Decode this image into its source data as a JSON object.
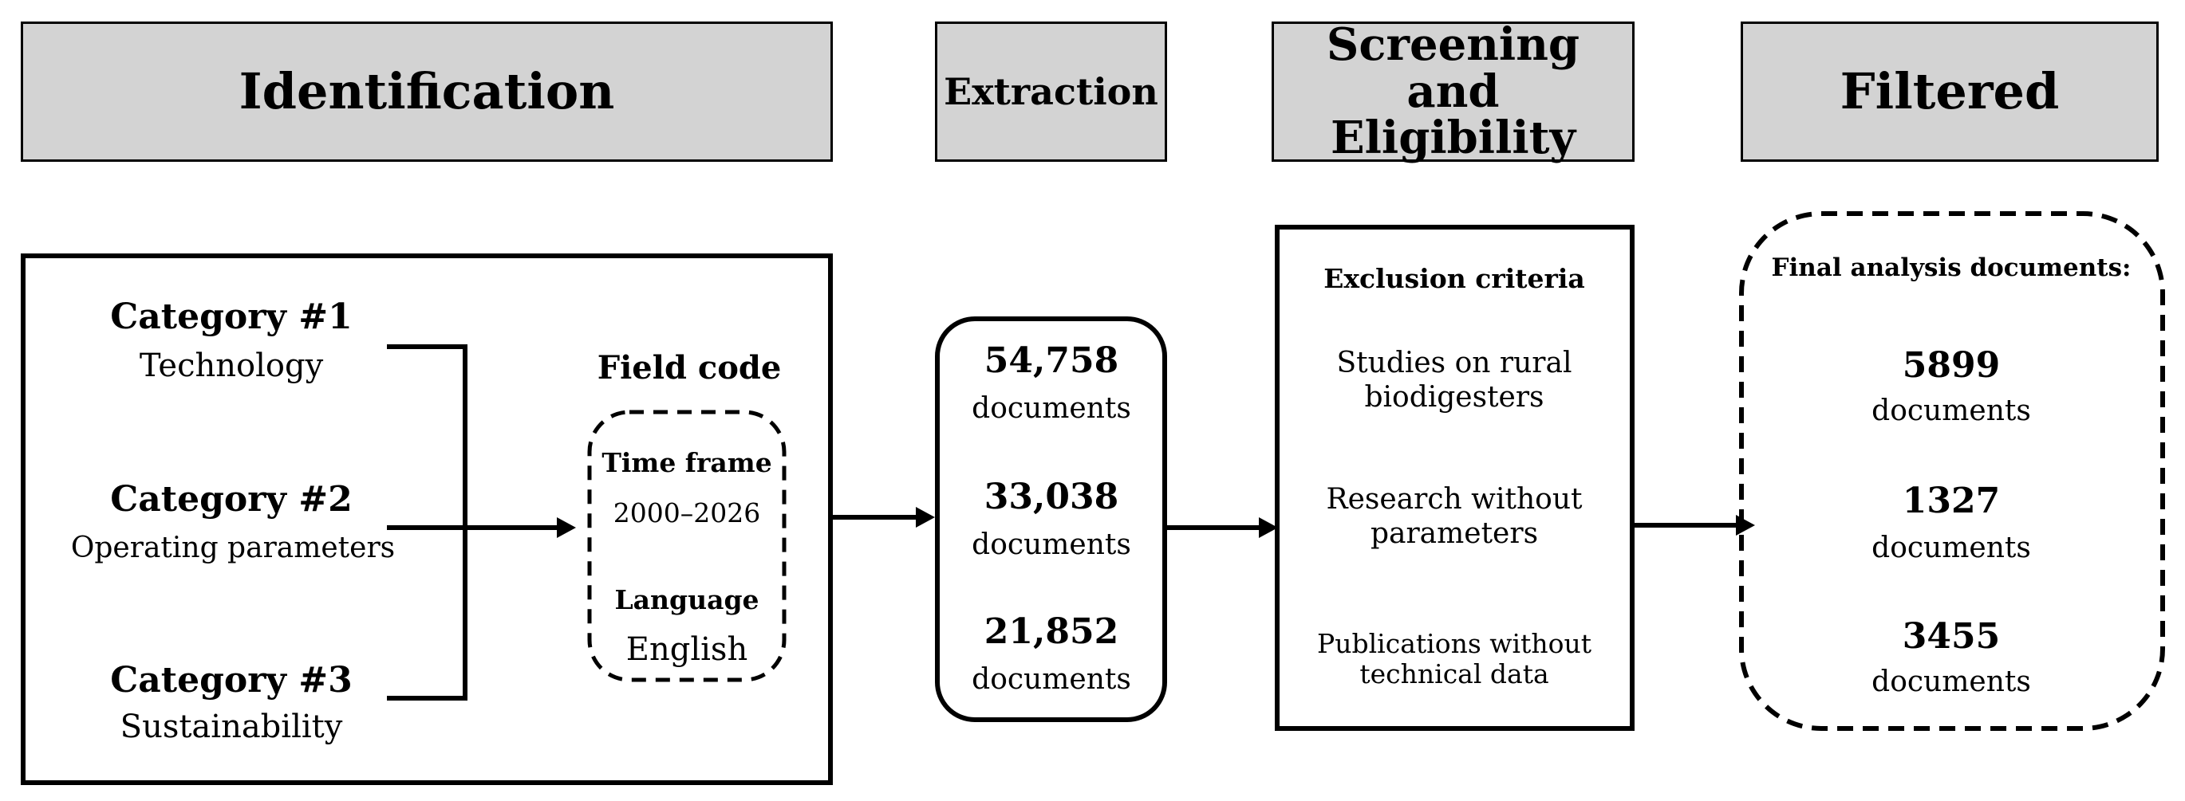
{
  "headers": {
    "identification": "Identification",
    "extraction": "Extraction",
    "screening_line1": "Screening and",
    "screening_line2": "Eligibility",
    "filtered": "Filtered"
  },
  "identification": {
    "categories": [
      {
        "title": "Category #1",
        "subtitle": "Technology"
      },
      {
        "title": "Category #2",
        "subtitle": "Operating parameters"
      },
      {
        "title": "Category #3",
        "subtitle": "Sustainability"
      }
    ],
    "field_code": {
      "label": "Field code",
      "time_frame_label": "Time frame",
      "time_frame_value": "2000–2026",
      "language_label": "Language",
      "language_value": "English"
    }
  },
  "extraction": {
    "items": [
      {
        "count": "54,758",
        "unit": "documents"
      },
      {
        "count": "33,038",
        "unit": "documents"
      },
      {
        "count": "21,852",
        "unit": "documents"
      }
    ]
  },
  "screening": {
    "title": "Exclusion criteria",
    "criteria": [
      {
        "line1": "Studies on rural",
        "line2": "biodigesters"
      },
      {
        "line1": "Research without",
        "line2": "parameters"
      },
      {
        "line1": "Publications without",
        "line2": "technical data"
      }
    ]
  },
  "filtered": {
    "title": "Final analysis documents:",
    "items": [
      {
        "count": "5899",
        "unit": "documents"
      },
      {
        "count": "1327",
        "unit": "documents"
      },
      {
        "count": "3455",
        "unit": "documents"
      }
    ]
  }
}
